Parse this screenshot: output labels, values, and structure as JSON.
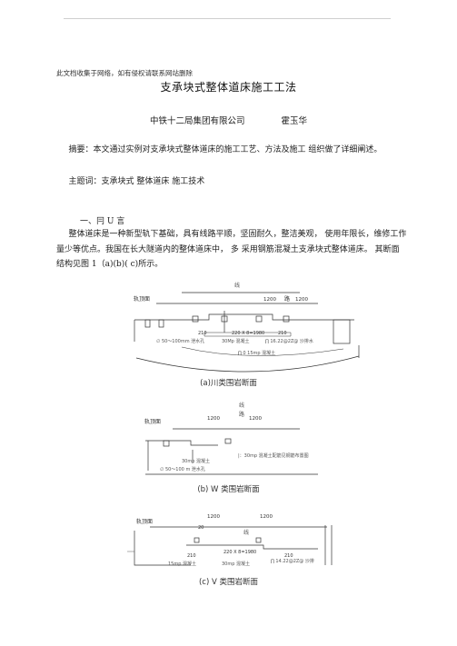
{
  "notice": "此文档收集于网络，如有侵权请联系网站删除",
  "title": "支承块式整体道床施工工法",
  "affiliation": "中铁十二局集团有限公司",
  "author": "霍玉华",
  "abstract": "摘要：本文通过实例对支承块式整体道床的施工工艺、方法及施工 组织做了详细阐述。",
  "keywords": "主题词：支承块式 整体道床 施工技术",
  "section_heading": "一、冃 U 言",
  "body_text": "整体道床是一种新型轨下基础，具有线路平顺，坚固耐久，整洁美观， 使用年限长，维修工作量少等优点。我国在长大隧道内的整体道床中， 多 采用钢筋混凝土支承块式整体道床。 其断面结构见图 1（a)(b)( c)所示。",
  "figures": [
    {
      "caption": "(a)川类围岩断面",
      "labels": {
        "rail_top": "轨顶面",
        "line": "线",
        "road": "路",
        "dim1": "1200",
        "dim2": "1200",
        "dim_left": "210",
        "dim_mid": "220 X 8=1980",
        "dim_right": "210",
        "pipe": "∅ 50～100mm 泄水孔",
        "concrete30": "30Mp 混凝土",
        "drain": "∏ 16.22@2Z@ 沙排水",
        "concrete15": "∏ 0 15mp 混凝土"
      }
    },
    {
      "caption": "(b) W 类围岩断面",
      "labels": {
        "rail_top": "轨顶面",
        "line": "线",
        "road": "路",
        "dim1": "1200",
        "dim2": "1200",
        "concrete30": "30mp 混凝土",
        "pipe": "∅ 50～100 m 泄水孔",
        "note": "|：30mp 混凝土配筋见钢筋布置图"
      }
    },
    {
      "caption": "(c) V 类围岩断面",
      "labels": {
        "rail_top": "轨顶面",
        "line": "线",
        "dim1": "1200",
        "dim2": "1200",
        "dim_small": "20",
        "dim_left": "210",
        "dim_mid": "220 X 8=1980",
        "dim_right": "210",
        "concrete15": "15mp 混凝土",
        "concrete30": "30mp 混凝土",
        "drain": "∏ 14.22@2Z@ 沙排"
      }
    }
  ]
}
